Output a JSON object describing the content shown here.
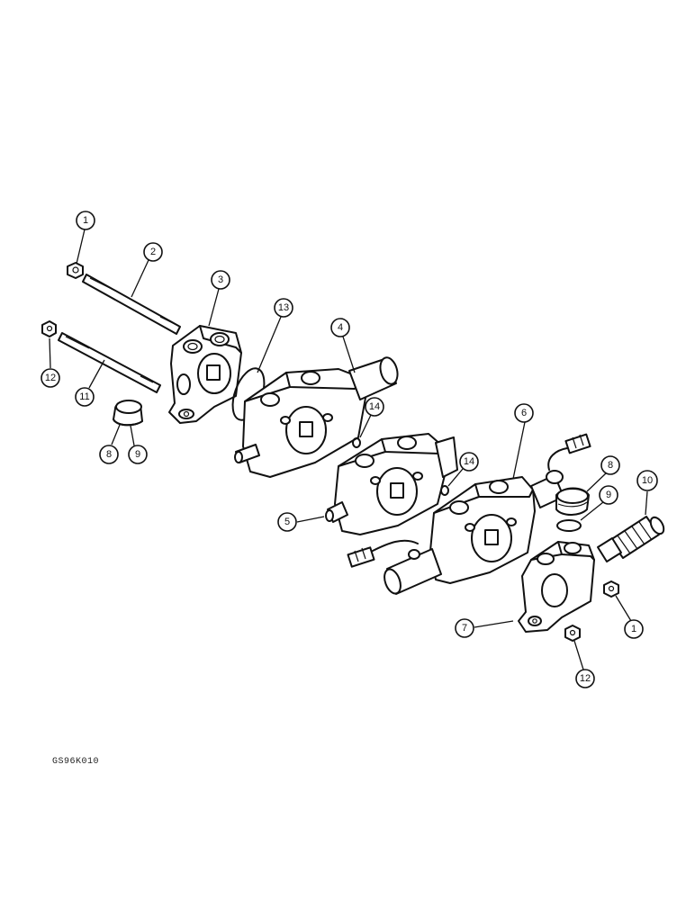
{
  "figure": {
    "code": "GS96K010"
  },
  "callouts": [
    {
      "id": "c1a",
      "label": "1"
    },
    {
      "id": "c2",
      "label": "2"
    },
    {
      "id": "c3",
      "label": "3"
    },
    {
      "id": "c13",
      "label": "13"
    },
    {
      "id": "c4",
      "label": "4"
    },
    {
      "id": "c12a",
      "label": "12"
    },
    {
      "id": "c11",
      "label": "11"
    },
    {
      "id": "c8a",
      "label": "8"
    },
    {
      "id": "c9a",
      "label": "9"
    },
    {
      "id": "c14a",
      "label": "14"
    },
    {
      "id": "c14b",
      "label": "14"
    },
    {
      "id": "c6",
      "label": "6"
    },
    {
      "id": "c8b",
      "label": "8"
    },
    {
      "id": "c9b",
      "label": "9"
    },
    {
      "id": "c10",
      "label": "10"
    },
    {
      "id": "c5",
      "label": "5"
    },
    {
      "id": "c7",
      "label": "7"
    },
    {
      "id": "c1b",
      "label": "1"
    },
    {
      "id": "c12b",
      "label": "12"
    }
  ]
}
